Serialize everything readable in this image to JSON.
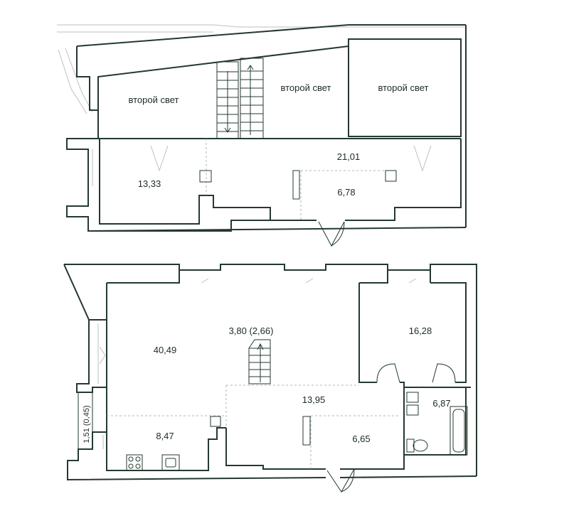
{
  "upper_floor": {
    "second_light_1": "второй свет",
    "second_light_2": "второй свет",
    "second_light_3": "второй свет",
    "area_hall": "21,01",
    "area_bedroom_left": "13,33",
    "area_small_room": "6,78"
  },
  "lower_floor": {
    "area_living": "40,49",
    "area_stair": "3,80 (2,66)",
    "area_bedroom_right": "16,28",
    "area_corridor": "13,95",
    "area_kitchen": "8,47",
    "area_hall_lower": "6,65",
    "area_bath": "6,87",
    "area_balcony": "1,51 (0,45)"
  },
  "colors": {
    "wall": "#24392f",
    "light_line": "#b9c2bd",
    "background": "#ffffff"
  }
}
